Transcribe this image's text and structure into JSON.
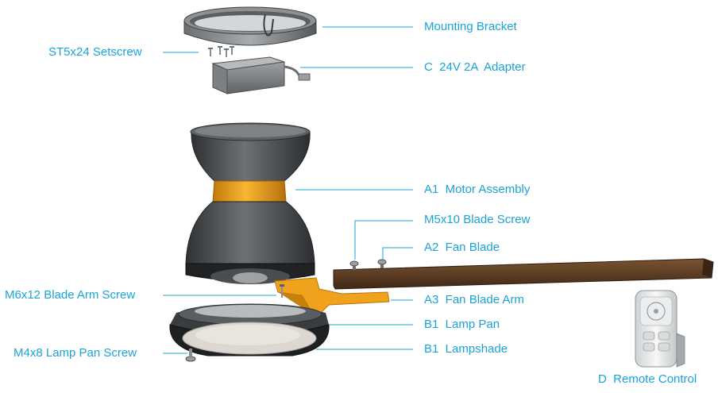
{
  "labels": {
    "mounting_bracket": "Mounting Bracket",
    "setscrew": "ST5x24 Setscrew",
    "adapter": "C  24V 2A  Adapter",
    "motor_assembly": "A1  Motor Assembly",
    "blade_screw": "M5x10 Blade Screw",
    "fan_blade": "A2  Fan Blade",
    "blade_arm_screw": "M6x12 Blade Arm Screw",
    "blade_arm": "A3  Fan Blade Arm",
    "lamp_pan": "B1  Lamp Pan",
    "lamp_pan_screw": "M4x8 Lamp Pan Screw",
    "lampshade": "B1  Lampshade",
    "remote_control": "D  Remote Control"
  },
  "colors": {
    "label": "#1aa3d9",
    "leader": "#1aa3d9",
    "motor_band": "#f0a21c",
    "blade_wood": "#5a3a22",
    "body_dark": "#4a4d50"
  }
}
